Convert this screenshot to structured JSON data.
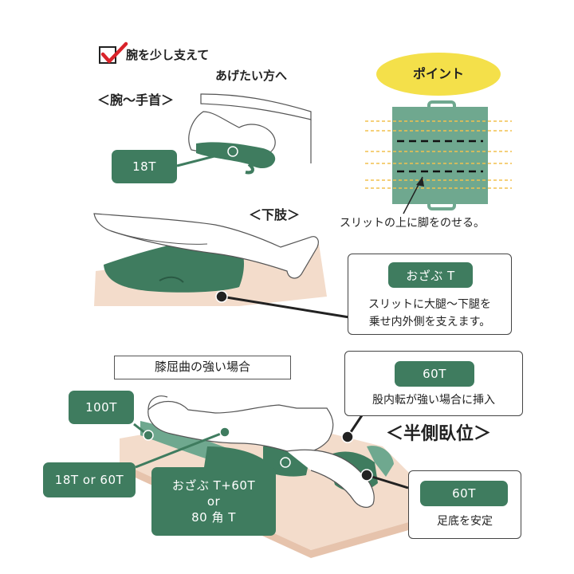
{
  "check_text_line1": "腕を少し支えて",
  "check_text_line2": "あげたい方へ",
  "arm_section_title": "＜腕～手首＞",
  "arm_label": "18T",
  "point_label": "ポイント",
  "slit_caption": "スリットの上に脚をのせる。",
  "leg_section_title": "＜下肢＞",
  "ozabu_callout": {
    "label": "おざぶ T",
    "line1": "スリットに大腿～下腿を",
    "line2": "乗せ内外側を支えます。"
  },
  "knee_title": "膝屈曲の強い場合",
  "hip_callout": {
    "label": "60T",
    "line1": "股内転が強い場合に挿入"
  },
  "half_side_title": "＜半側臥位＞",
  "label_100t": "100T",
  "label_18t_or_60t": "18T or 60T",
  "combo_label": {
    "line1": "おざぶ T+60T",
    "line2": "or",
    "line3": "80 角 T"
  },
  "foot_callout": {
    "label": "60T",
    "line1": "足底を安定"
  },
  "colors": {
    "cushion_green": "#3f7c5f",
    "cushion_light": "#6fa88f",
    "mattress_pink": "#f3dccb",
    "highlight_yellow": "#f4e04a",
    "check_red": "#d9232a"
  }
}
